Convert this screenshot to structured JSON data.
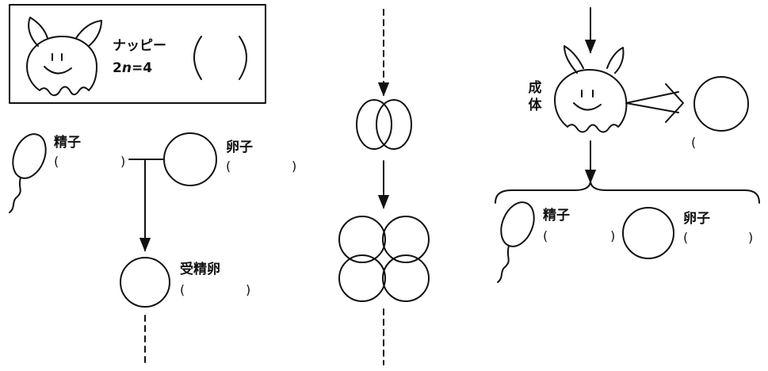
{
  "legend": {
    "creature_name": "ナッピー",
    "chromosome_prefix": "2",
    "chromosome_var": "n",
    "chromosome_rest": "=4",
    "answer_open": "(",
    "answer_close": ")"
  },
  "left_cycle": {
    "sperm_label": "精子",
    "egg_label": "卵子",
    "zygote_label": "受精卵"
  },
  "right_cycle": {
    "adult_label_1": "成",
    "adult_label_2": "体",
    "sperm_label": "精子",
    "egg_label": "卵子"
  },
  "blank": {
    "open": "(",
    "close": ")"
  }
}
